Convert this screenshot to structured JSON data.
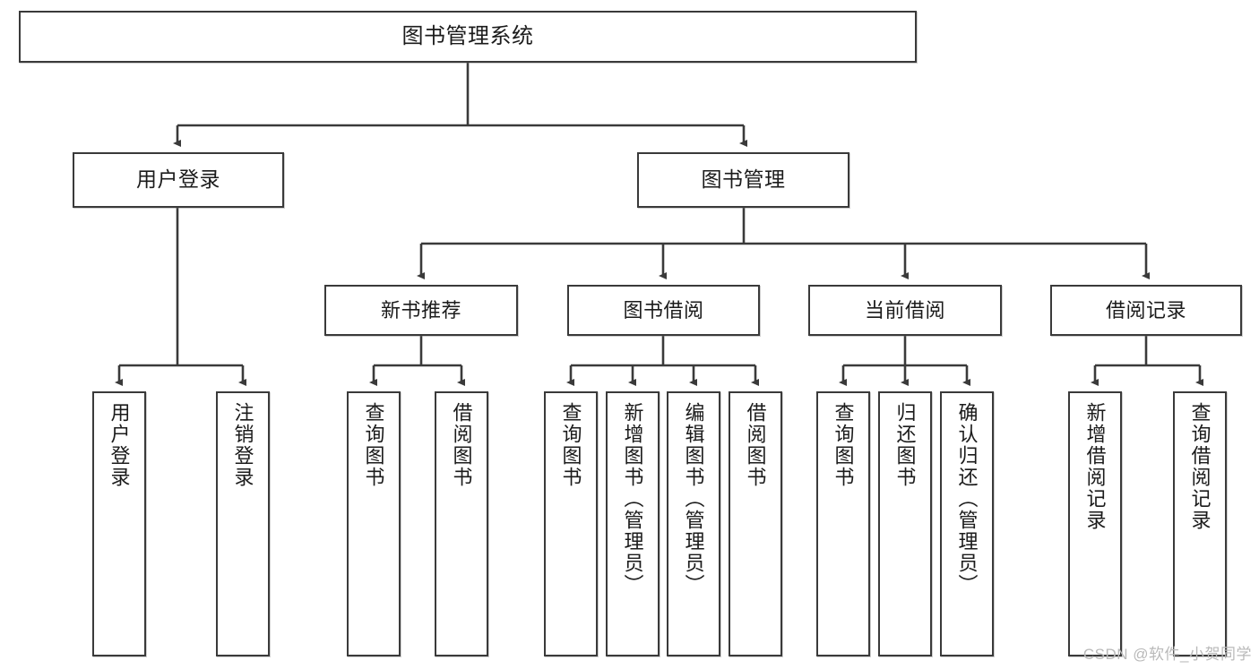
{
  "diagram": {
    "title": "图书管理系统",
    "watermark": "CSDN @软件_小贺同学",
    "stroke_color": "#3a3a3a",
    "background_color": "#ffffff",
    "text_color": "#1b1b1b",
    "root": {
      "label": "图书管理系统"
    },
    "level1": [
      {
        "label": "用户登录"
      },
      {
        "label": "图书管理"
      }
    ],
    "level2": [
      {
        "label": "新书推荐"
      },
      {
        "label": "图书借阅"
      },
      {
        "label": "当前借阅"
      },
      {
        "label": "借阅记录"
      }
    ],
    "leaves": {
      "user_login": [
        {
          "label": "用户登录"
        },
        {
          "label": "注销登录"
        }
      ],
      "new_book_recommend": [
        {
          "label": "查询图书"
        },
        {
          "label": "借阅图书"
        }
      ],
      "book_borrow": [
        {
          "label": "查询图书"
        },
        {
          "label": "新增图书（管理员）"
        },
        {
          "label": "编辑图书（管理员）"
        },
        {
          "label": "借阅图书"
        }
      ],
      "current_borrow": [
        {
          "label": "查询图书"
        },
        {
          "label": "归还图书"
        },
        {
          "label": "确认归还（管理员）"
        }
      ],
      "borrow_record": [
        {
          "label": "新增借阅记录"
        },
        {
          "label": "查询借阅记录"
        }
      ]
    }
  }
}
